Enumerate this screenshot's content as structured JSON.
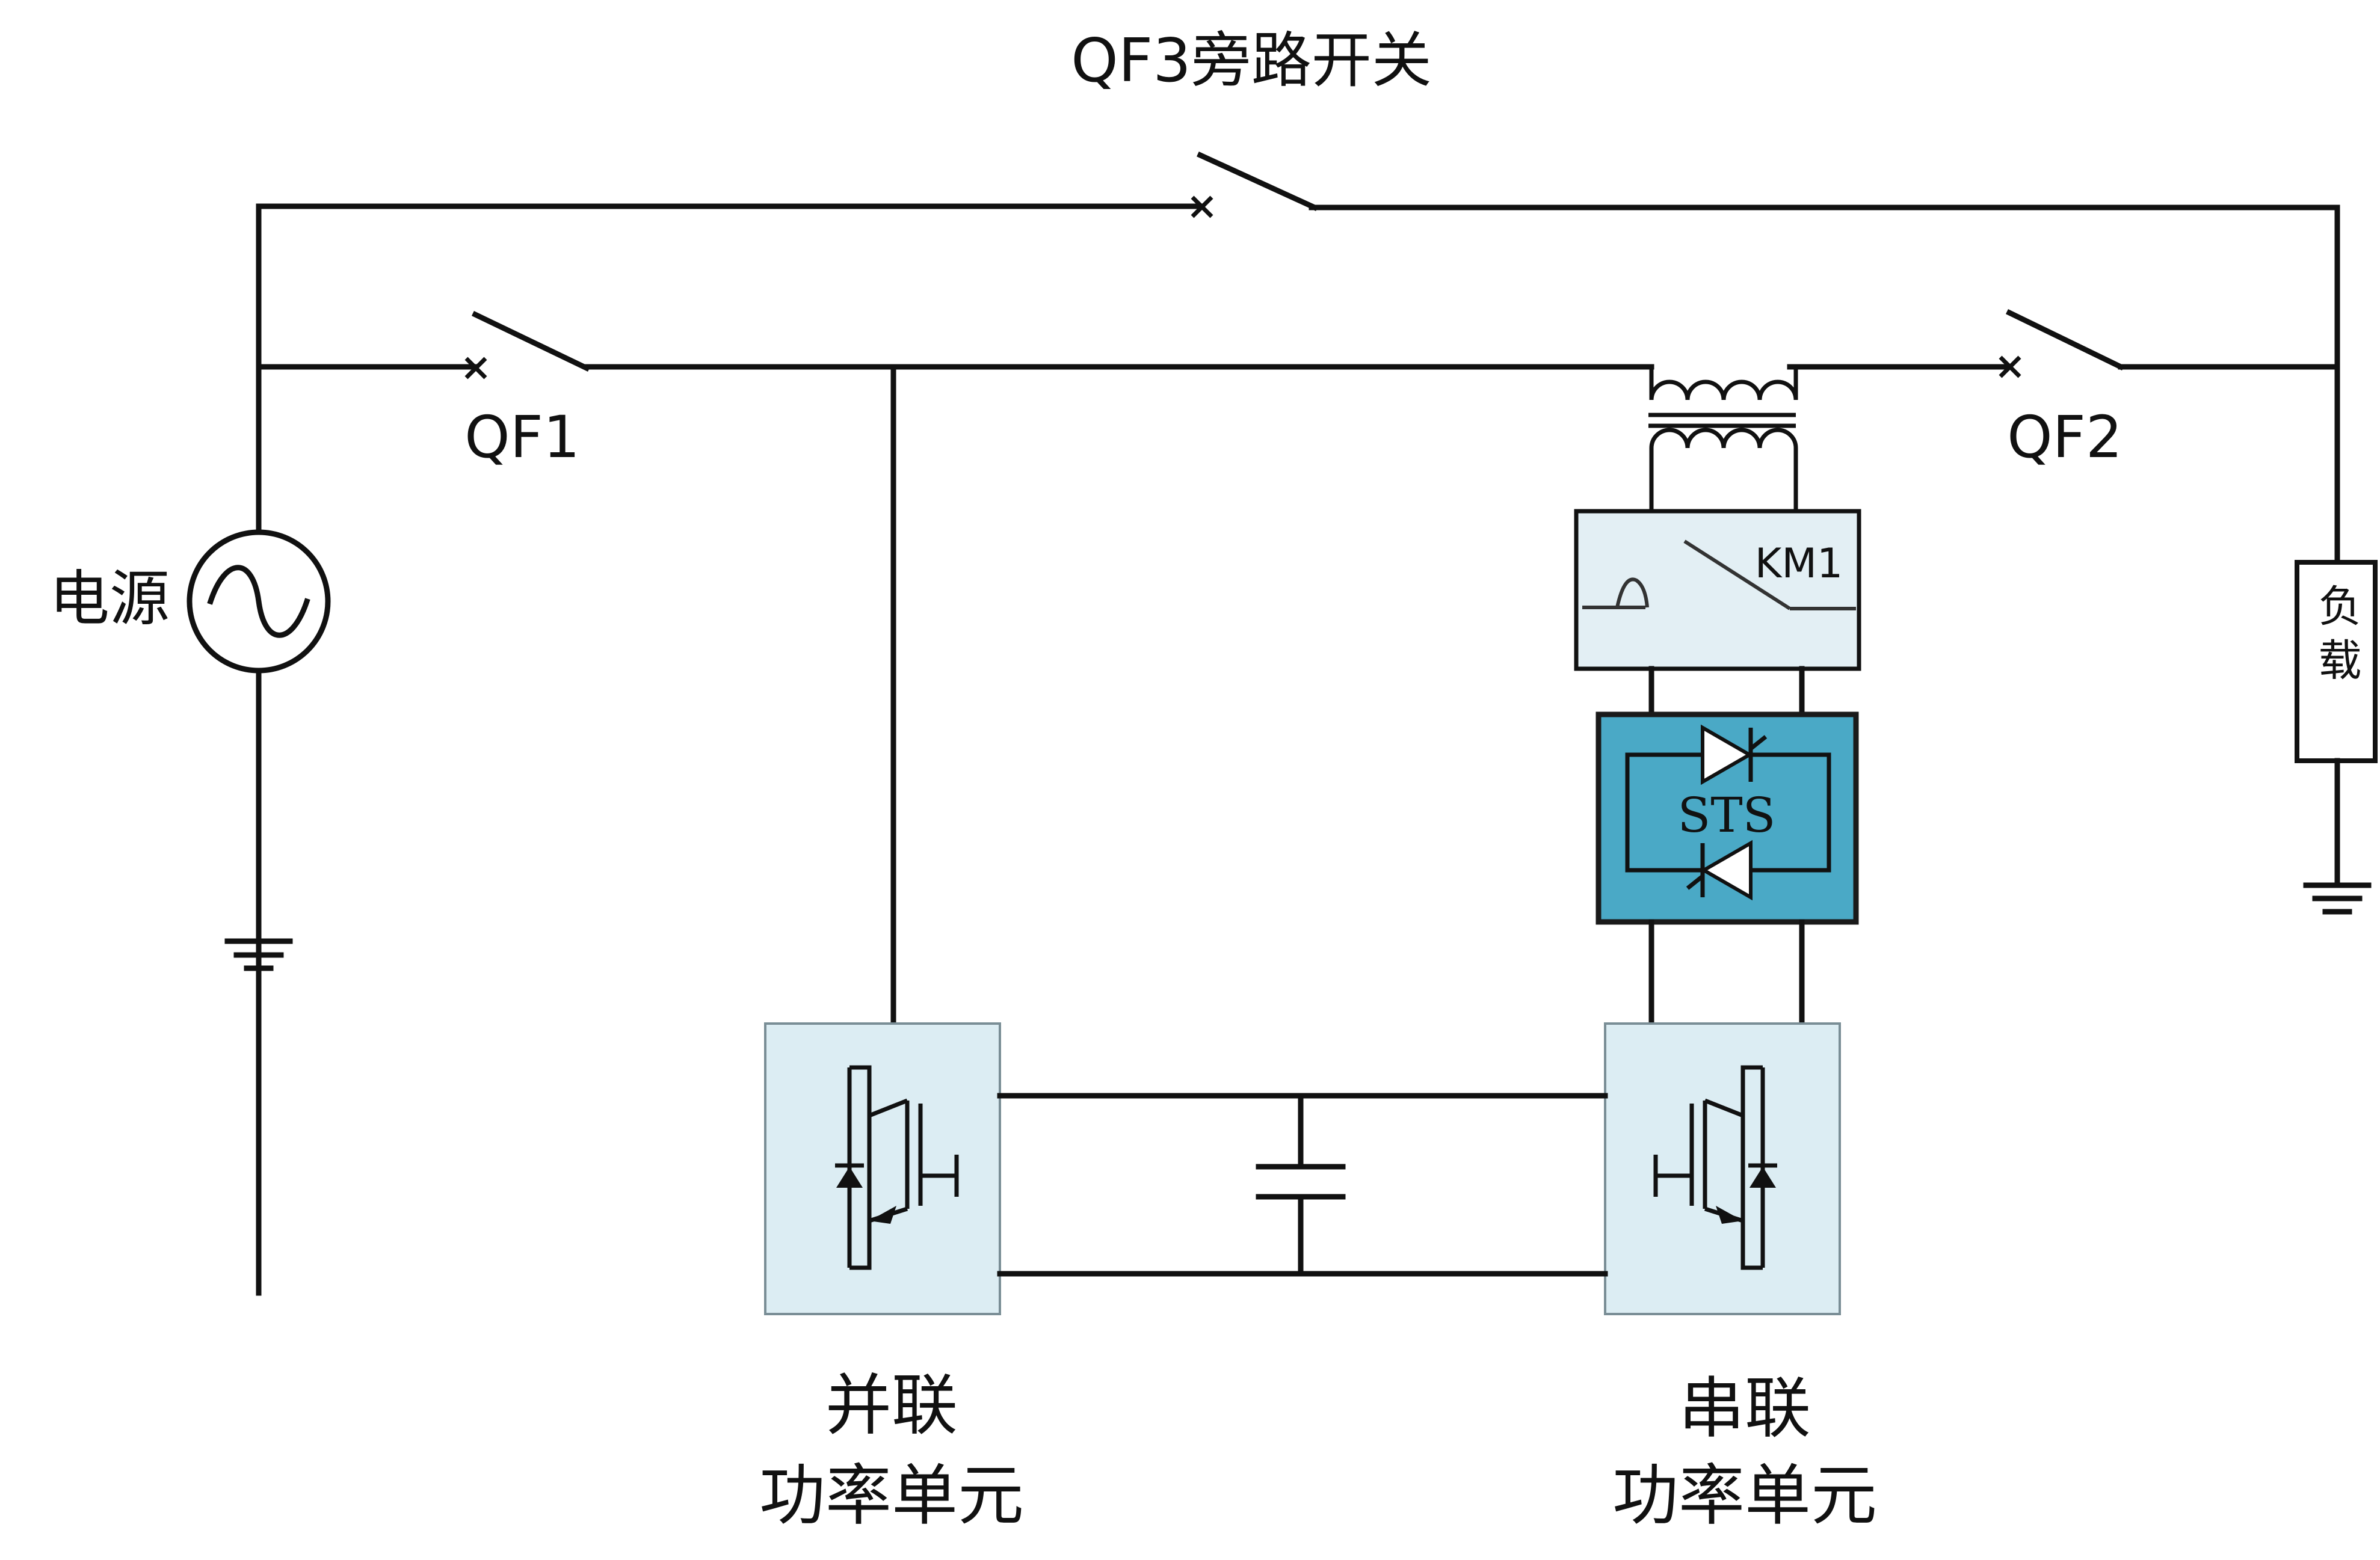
{
  "labels": {
    "bypass_switch": "QF3旁路开关",
    "qf1": "QF1",
    "qf2": "QF2",
    "source": "电源",
    "km1": "KM1",
    "sts": "STS",
    "load": "负载",
    "parallel_unit_line1": "并联",
    "parallel_unit_line2": "功率单元",
    "series_unit_line1": "串联",
    "series_unit_line2": "功率单元"
  },
  "colors": {
    "wire": "#111111",
    "unit_fill": "#dcedf3",
    "km1_fill": "#e3eff4",
    "sts_fill": "#4aa9c6",
    "sts_border": "#1a1a1a",
    "background": "#ffffff"
  },
  "icons": {
    "source": "ac-source-icon",
    "ground": "ground-icon",
    "transformer": "transformer-icon",
    "breaker": "circuit-breaker-icon",
    "capacitor": "capacitor-icon",
    "igbt": "igbt-icon",
    "thyristor": "thyristor-icon",
    "contactor": "contactor-icon"
  }
}
